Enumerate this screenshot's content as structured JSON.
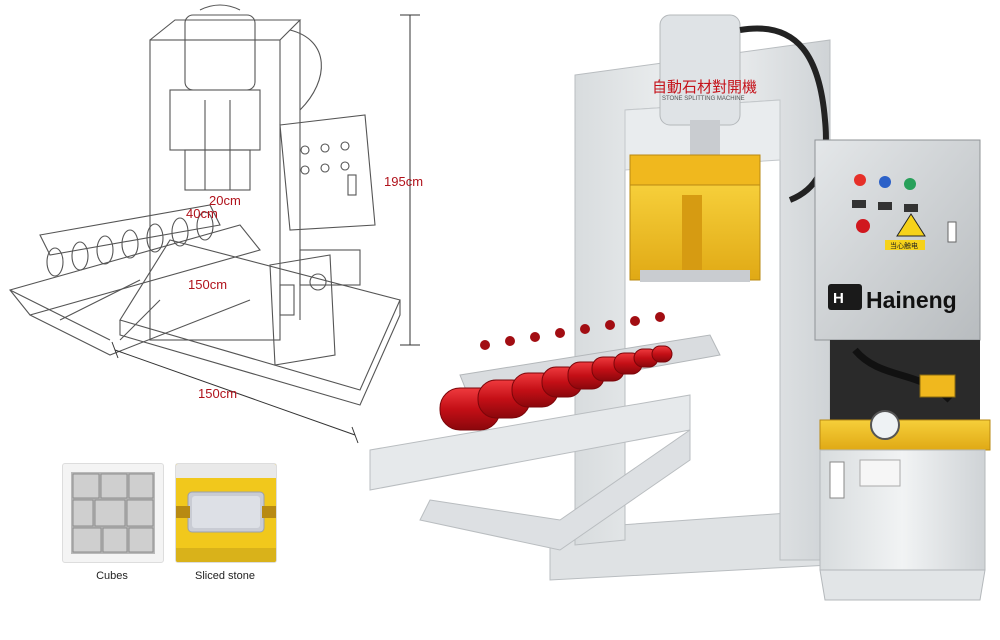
{
  "sketch": {
    "dimensions": {
      "height": "195cm",
      "depth_upper": "20cm",
      "depth_lower": "40cm",
      "width_mid": "150cm",
      "width_base": "150cm"
    }
  },
  "samples": [
    {
      "caption": "Cubes"
    },
    {
      "caption": "Sliced stone"
    }
  ],
  "machine": {
    "brand": "Haineng",
    "head_label_cn": "自動石材對開機",
    "head_label_en": "STONE SPLITTING MACHINE",
    "warning_label": "当心触电",
    "colors": {
      "frame": "#e8ebec",
      "head": "#f2c12e",
      "rollers": "#d3121a",
      "panel": "#d4d7d9",
      "hydraulics": "#f4c51e"
    }
  }
}
